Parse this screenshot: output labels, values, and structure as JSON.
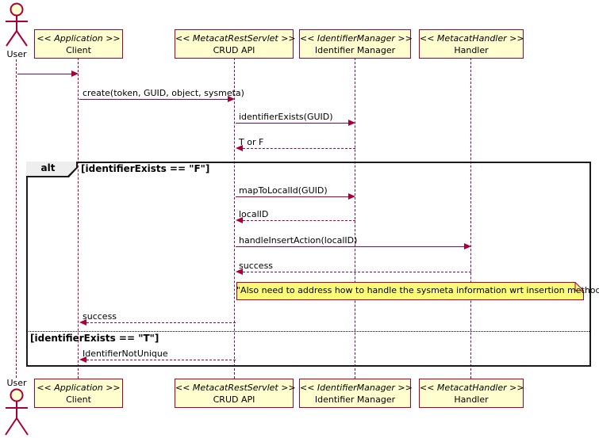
{
  "diagram": {
    "type": "uml-sequence",
    "actor": {
      "label": "User"
    },
    "participants": [
      {
        "stereotype": "<< Application >>",
        "name": "Client"
      },
      {
        "stereotype": "<< MetacatRestServlet >>",
        "name": "CRUD API"
      },
      {
        "stereotype": "<< IdentifierManager >>",
        "name": "Identifier Manager"
      },
      {
        "stereotype": "<< MetacatHandler >>",
        "name": "Handler"
      }
    ],
    "messages": [
      {
        "from": "User",
        "to": "Client",
        "label": "",
        "style": "solid"
      },
      {
        "from": "Client",
        "to": "CRUD API",
        "label": "create(token, GUID, object, sysmeta)",
        "style": "solid"
      },
      {
        "from": "CRUD API",
        "to": "Identifier Manager",
        "label": "identifierExists(GUID)",
        "style": "solid"
      },
      {
        "from": "Identifier Manager",
        "to": "CRUD API",
        "label": "T or F",
        "style": "dashed"
      },
      {
        "from": "CRUD API",
        "to": "Identifier Manager",
        "label": "mapToLocalId(GUID)",
        "style": "solid"
      },
      {
        "from": "Identifier Manager",
        "to": "CRUD API",
        "label": "localID",
        "style": "dashed"
      },
      {
        "from": "CRUD API",
        "to": "Handler",
        "label": "handleInsertAction(localID)",
        "style": "solid"
      },
      {
        "from": "Handler",
        "to": "CRUD API",
        "label": "success",
        "style": "dashed"
      },
      {
        "from": "CRUD API",
        "to": "Client",
        "label": "success",
        "style": "dashed"
      },
      {
        "from": "CRUD API",
        "to": "Client",
        "label": "IdentifierNotUnique",
        "style": "dashed"
      }
    ],
    "alt_frame": {
      "operator": "alt",
      "guard_true": "[identifierExists == \"F\"]",
      "guard_false": "[identifierExists == \"T\"]"
    },
    "note": {
      "text": "\"Also need to address how to handle the sysmeta information wrt insertion methods\""
    },
    "colors": {
      "participant_fill": "#FEFECE",
      "line_and_border": "#A80036",
      "note_fill": "#FBFB77",
      "frame_border": "#1a1a1a",
      "alt_tab_fill": "#EEEEEE",
      "text": "#000000"
    }
  }
}
